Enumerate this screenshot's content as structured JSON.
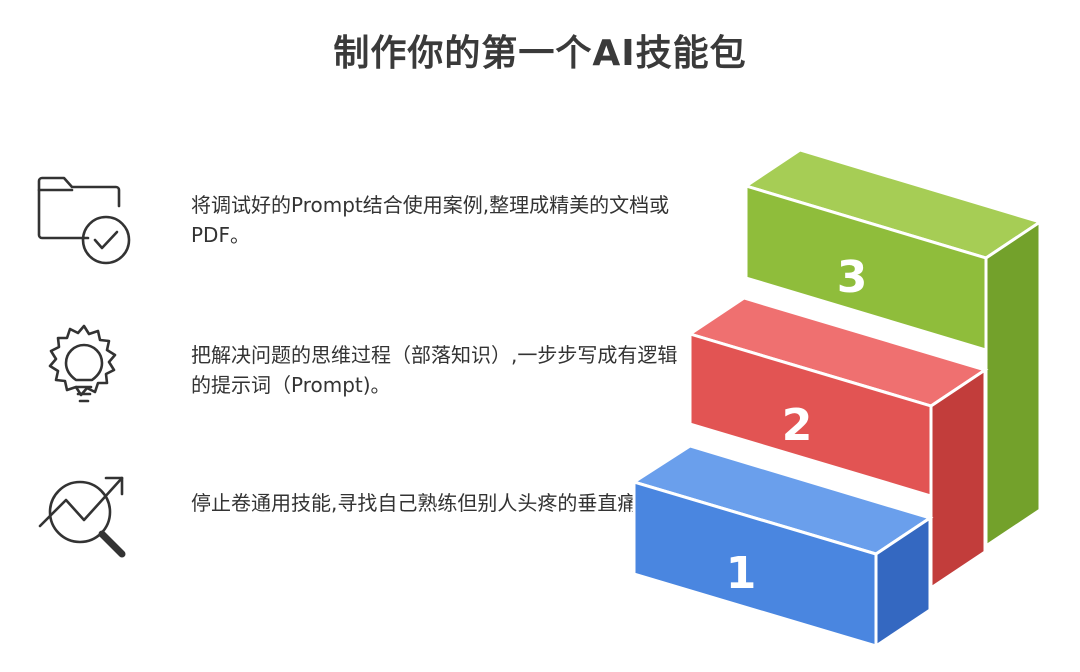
{
  "title": "制作你的第一个AI技能包",
  "rows": [
    {
      "icon": "folder-check-icon",
      "text": "将调试好的Prompt结合使用案例,整理成精美的文档或PDF。"
    },
    {
      "icon": "lightbulb-gear-icon",
      "text": "把解决问题的思维过程（部落知识）,一步步写成有逻辑的提示词（Prompt)。"
    },
    {
      "icon": "trend-search-icon",
      "text": "停止卷通用技能,寻找自己熟练但别人头疼的垂直痛点。"
    }
  ],
  "steps": [
    {
      "label": "1",
      "color": "#4a86e0"
    },
    {
      "label": "2",
      "color": "#e25453"
    },
    {
      "label": "3",
      "color": "#8fbd3b"
    }
  ]
}
